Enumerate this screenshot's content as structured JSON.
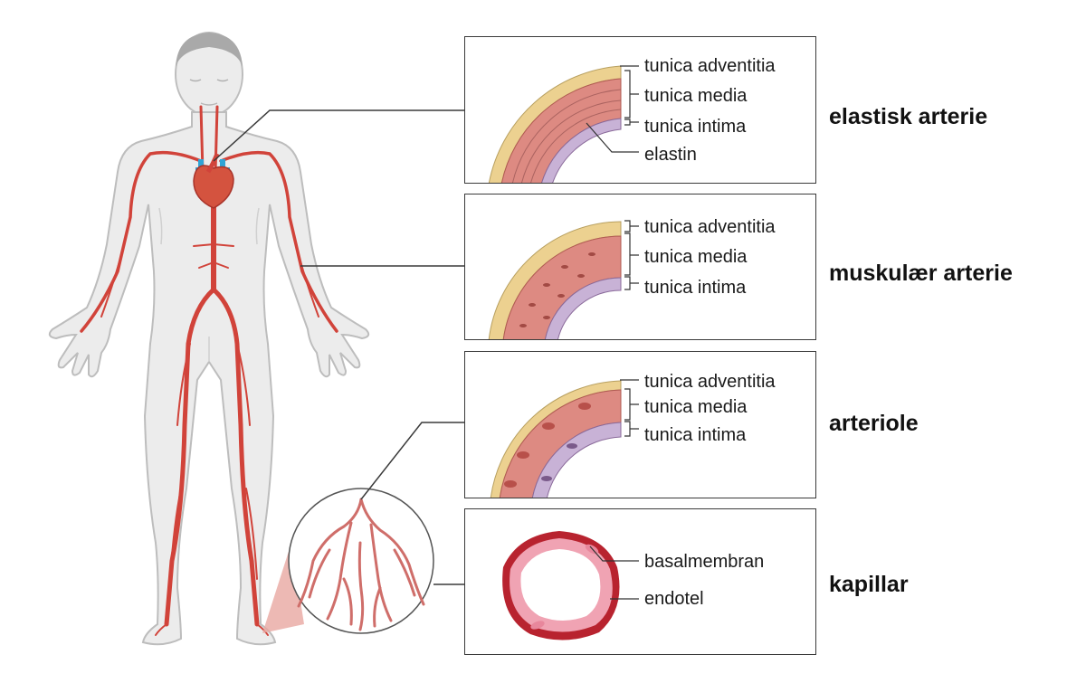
{
  "colors": {
    "artery_red": "#d1433a",
    "vein_blue": "#2fa3d6",
    "heart": "#d4533f",
    "adventitia": "#ecd190",
    "media": "#dd8a82",
    "intima": "#c8b2d6",
    "skin": "#ececec",
    "outline": "#bdbdbd",
    "capillary_wall": "#b8232f",
    "capillary_cell": "#f0a3b3"
  },
  "panels": [
    {
      "title": "elastisk arterie",
      "labels": [
        "tunica adventitia",
        "tunica media",
        "tunica intima",
        "elastin"
      ]
    },
    {
      "title": "muskulær arterie",
      "labels": [
        "tunica adventitia",
        "tunica media",
        "tunica intima"
      ]
    },
    {
      "title": "arteriole",
      "labels": [
        "tunica adventitia",
        "tunica media",
        "tunica intima"
      ]
    },
    {
      "title": "kapillar",
      "labels": [
        "basalmembran",
        "endotel"
      ]
    }
  ]
}
